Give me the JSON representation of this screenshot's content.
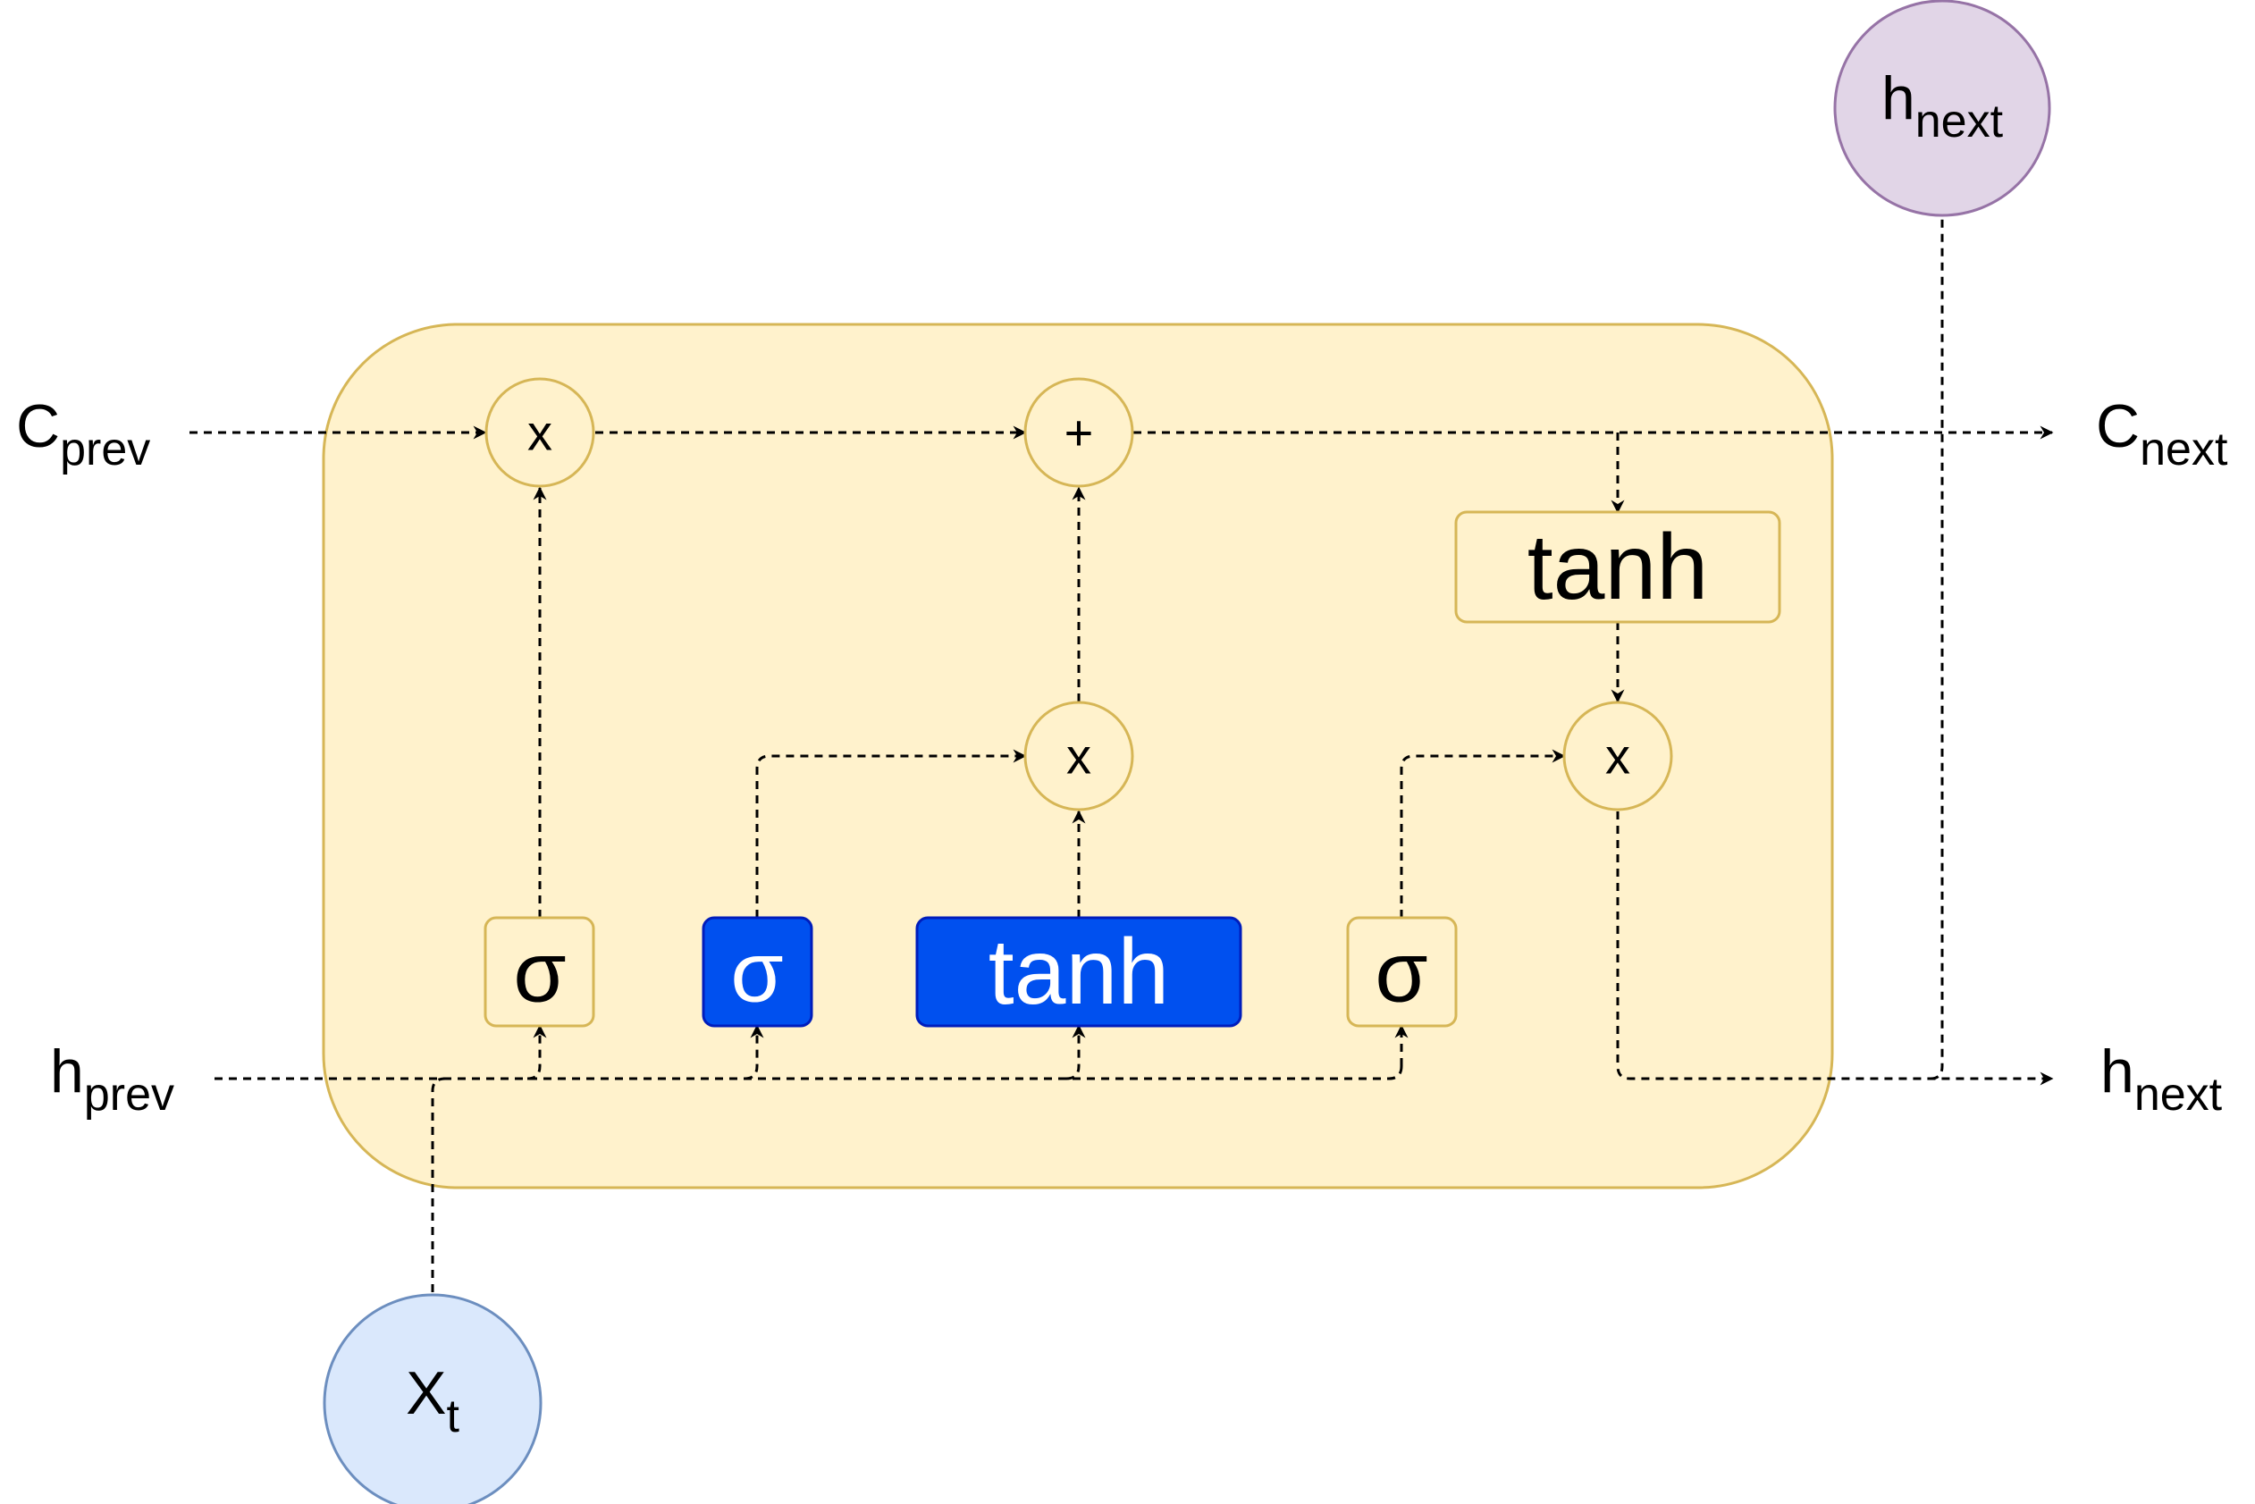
{
  "colors": {
    "cell_fill": "#fff2cc",
    "cell_stroke": "#d6b656",
    "highlight_fill": "#0050ef",
    "highlight_stroke": "#001dbc",
    "input_fill": "#dae8fc",
    "input_stroke": "#6c8ebf",
    "output_fill": "#e1d5e7",
    "output_stroke": "#9673a6"
  },
  "labels": {
    "c_prev": {
      "main": "C",
      "sub": "prev"
    },
    "c_next": {
      "main": "C",
      "sub": "next"
    },
    "h_prev": {
      "main": "h",
      "sub": "prev"
    },
    "h_next_right": {
      "main": "h",
      "sub": "next"
    },
    "h_next_top": {
      "main": "h",
      "sub": "next"
    },
    "x_t": {
      "main": "X",
      "sub": "t"
    }
  },
  "ops": {
    "forget_mult": "x",
    "cell_add": "+",
    "input_mult": "x",
    "output_mult": "x"
  },
  "gates": {
    "forget": "σ",
    "input": "σ",
    "candidate": "tanh",
    "output": "σ",
    "cell_tanh": "tanh"
  }
}
